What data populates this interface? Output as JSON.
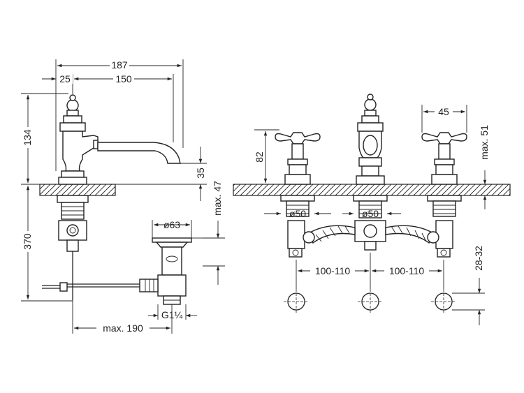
{
  "side_view": {
    "dim_total_width": "187",
    "dim_offset": "25",
    "dim_reach": "150",
    "dim_height": "134",
    "dim_spout_height": "35",
    "dim_deck_max": "max. 47",
    "dim_below": "370",
    "dim_waste_dia": "ø63",
    "dim_thread": "G1¼",
    "dim_rod_max": "max. 190"
  },
  "front_view": {
    "dim_handle_height": "82",
    "dim_handle_width": "45",
    "dim_deck_max": "max. 51",
    "dim_hole_left": "ø50",
    "dim_hole_center": "ø50",
    "dim_spacing_left": "100-110",
    "dim_spacing_right": "100-110",
    "dim_hole_dia": "28-32"
  }
}
